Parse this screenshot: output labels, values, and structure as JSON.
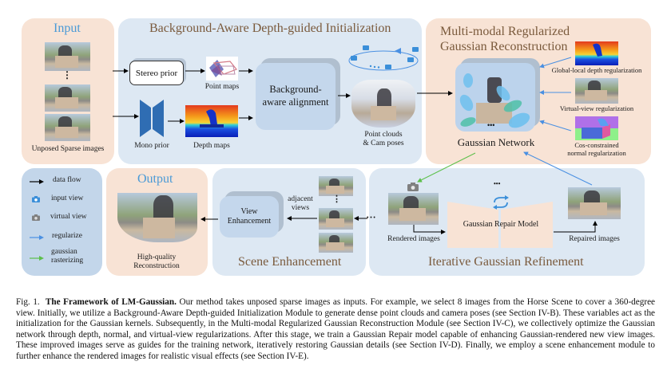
{
  "panels": {
    "input": {
      "title": "Input",
      "caption": "Unposed Sparse images"
    },
    "init": {
      "title": "Background-Aware Depth-guided Initialization",
      "stereo_prior": "Stereo prior",
      "point_maps": "Point maps",
      "mono_prior": "Mono prior",
      "depth_maps": "Depth maps",
      "alignment": "Background-aware alignment",
      "point_clouds_line1": "Point clouds",
      "point_clouds_line2": "& Cam poses"
    },
    "recon": {
      "title_line1": "Multi-modal Regularized",
      "title_line2": "Gaussian Reconstruction",
      "network": "Gaussian Network",
      "reg_depth": "Global-local depth regularization",
      "reg_virtual": "Virtual-view regularization",
      "reg_normal_line1": "Cos-constrained",
      "reg_normal_line2": "normal regularization",
      "ellipsis": "•••"
    },
    "legend": {
      "items": [
        {
          "label": "data flow",
          "icon": "black-arrow-icon"
        },
        {
          "label": "input view",
          "icon": "blue-camera-icon"
        },
        {
          "label": "virtual view",
          "icon": "gray-camera-icon"
        },
        {
          "label": "regularize",
          "icon": "blue-arrow-icon"
        },
        {
          "label_line1": "gaussian",
          "label_line2": "rasterizing",
          "icon": "green-arrow-icon"
        }
      ]
    },
    "output": {
      "title": "Output",
      "caption_line1": "High-quality",
      "caption_line2": "Reconstruction"
    },
    "scene": {
      "title": "Scene Enhancement",
      "view_enh_line1": "View",
      "view_enh_line2": "Enhancement",
      "adjacent_line1": "adjacent",
      "adjacent_line2": "views",
      "vdots": "⋮",
      "dots": "• • •"
    },
    "refine": {
      "title": "Iterative Gaussian Refinement",
      "rendered": "Rendered images",
      "repair_model": "Gaussian Repair Model",
      "repaired": "Repaired images",
      "ellipsis": "•••"
    }
  },
  "colors": {
    "peach": "#f8e3d5",
    "blue_panel": "#dde8f3",
    "legend": "#c3d6ea",
    "title_brown": "#7a5a3c",
    "title_blue": "#4a9ad6",
    "regularize_arrow": "#4a90e2",
    "raster_arrow": "#5cbf4a",
    "camera_blue": "#3b8fd9",
    "camera_gray": "#808080"
  },
  "caption": {
    "fig_label": "Fig. 1.",
    "bold_title": "The Framework of LM-Gaussian.",
    "body": "Our method takes unposed sparse images as inputs. For example, we select 8 images from the Horse Scene to cover a 360-degree view. Initially, we utilize a Background-Aware Depth-guided Initialization Module to generate dense point clouds and camera poses (see Section IV-B). These variables act as the initialization for the Gaussian kernels. Subsequently, in the Multi-modal Regularized Gaussian Reconstruction Module (see Section IV-C), we collectively optimize the Gaussian network through depth, normal, and virtual-view regularizations. After this stage, we train a Gaussian Repair model capable of enhancing Gaussian-rendered new view images. These improved images serve as guides for the training network, iteratively restoring Gaussian details (see Section IV-D). Finally, we employ a scene enhancement module to further enhance the rendered images for realistic visual effects (see Section IV-E)."
  }
}
